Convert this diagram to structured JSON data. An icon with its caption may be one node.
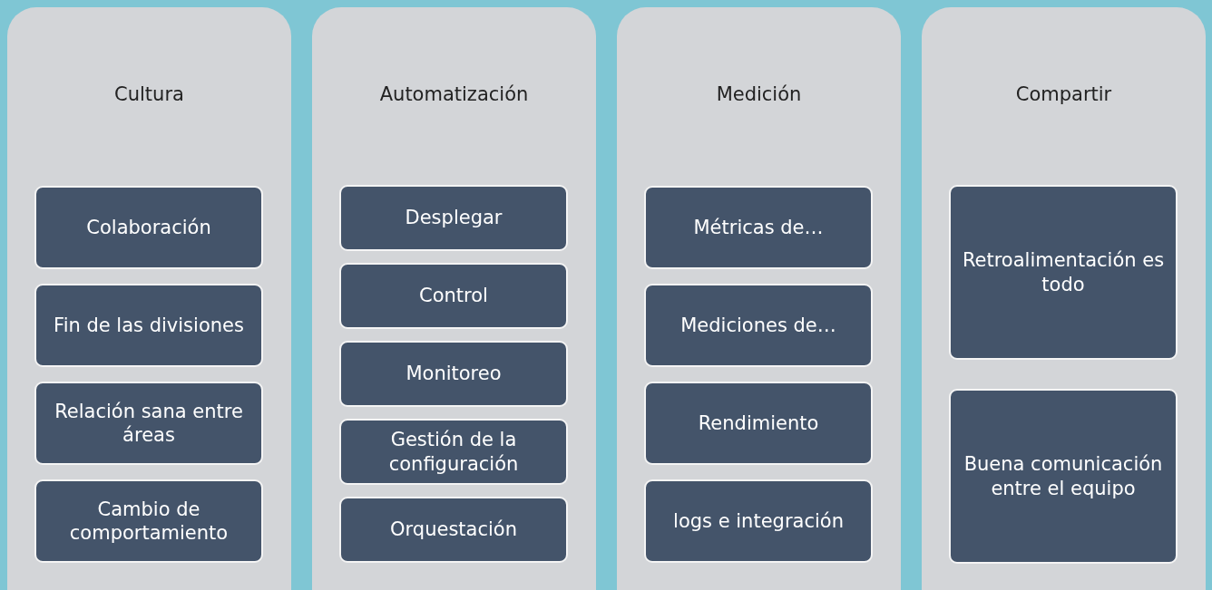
{
  "diagram": {
    "nodes": [
      {
        "text": [
          "Cultura"
        ]
      },
      {
        "text": [
          "Colaboración"
        ],
        "in": 0
      },
      {
        "text": [
          "Fin de las divisiones"
        ],
        "in": 0
      },
      {
        "text": [
          "Relación sana entre áreas"
        ],
        "in": 0
      },
      {
        "text": [
          "Cambio de comportamiento"
        ],
        "in": 0
      },
      {
        "text": [
          "Automatización"
        ]
      },
      {
        "text": [
          "Desplegar"
        ],
        "in": 5
      },
      {
        "text": [
          "Control"
        ],
        "in": 5
      },
      {
        "text": [
          "Monitoreo"
        ],
        "in": 5
      },
      {
        "text": [
          "Gestión de la configuración"
        ],
        "in": 5
      },
      {
        "text": [
          "Orquestación"
        ],
        "in": 5
      },
      {
        "text": [
          "Medición"
        ]
      },
      {
        "text": [
          "Métricas de…"
        ],
        "in": 11
      },
      {
        "text": [
          "Mediciones de…"
        ],
        "in": 11
      },
      {
        "text": [
          "Rendimiento"
        ],
        "in": 11
      },
      {
        "text": [
          "logs e integración"
        ],
        "in": 11
      },
      {
        "text": [
          "Compartir"
        ]
      },
      {
        "text": [
          "Retroalimentación es todo"
        ],
        "in": 16
      },
      {
        "text": [
          "Buena comunicación entre el equipo"
        ],
        "in": 16
      }
    ]
  }
}
